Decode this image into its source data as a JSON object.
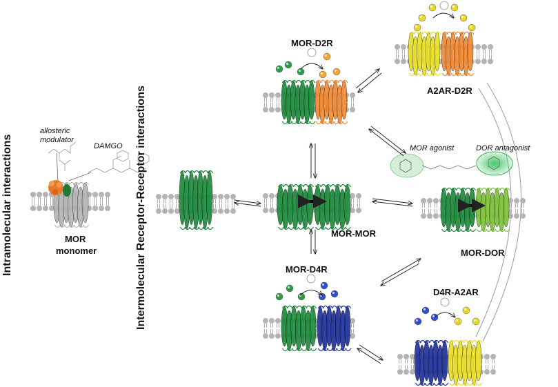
{
  "titles": {
    "intramolecular": "Intramolecular interactions",
    "intermolecular": "Intermolecular Receptor-Receptor interactions"
  },
  "monomer": {
    "title_line1": "MOR",
    "title_line2": "monomer",
    "allosteric_line1": "allosteric",
    "allosteric_line2": "modulator",
    "ligand": "DAMGO"
  },
  "complexes": {
    "mor_d2r": "MOR-D2R",
    "a2ar_d2r": "A2AR-D2R",
    "mor_mor": "MOR-MOR",
    "mor_dor": "MOR-DOR",
    "mor_d4r": "MOR-D4R",
    "d4r_a2ar": "D4R-A2AR"
  },
  "ligands": {
    "mor_agonist": "MOR agonist",
    "dor_antagonist": "DOR antagonist"
  },
  "colors": {
    "mor_green": "#1e8a3c",
    "d2r_orange": "#f08a34",
    "a2ar_yellow": "#e8df2a",
    "d4r_blue": "#22339a",
    "dor_lightgreen": "#7cc23a",
    "membrane_gray": "#b4b4b4"
  }
}
